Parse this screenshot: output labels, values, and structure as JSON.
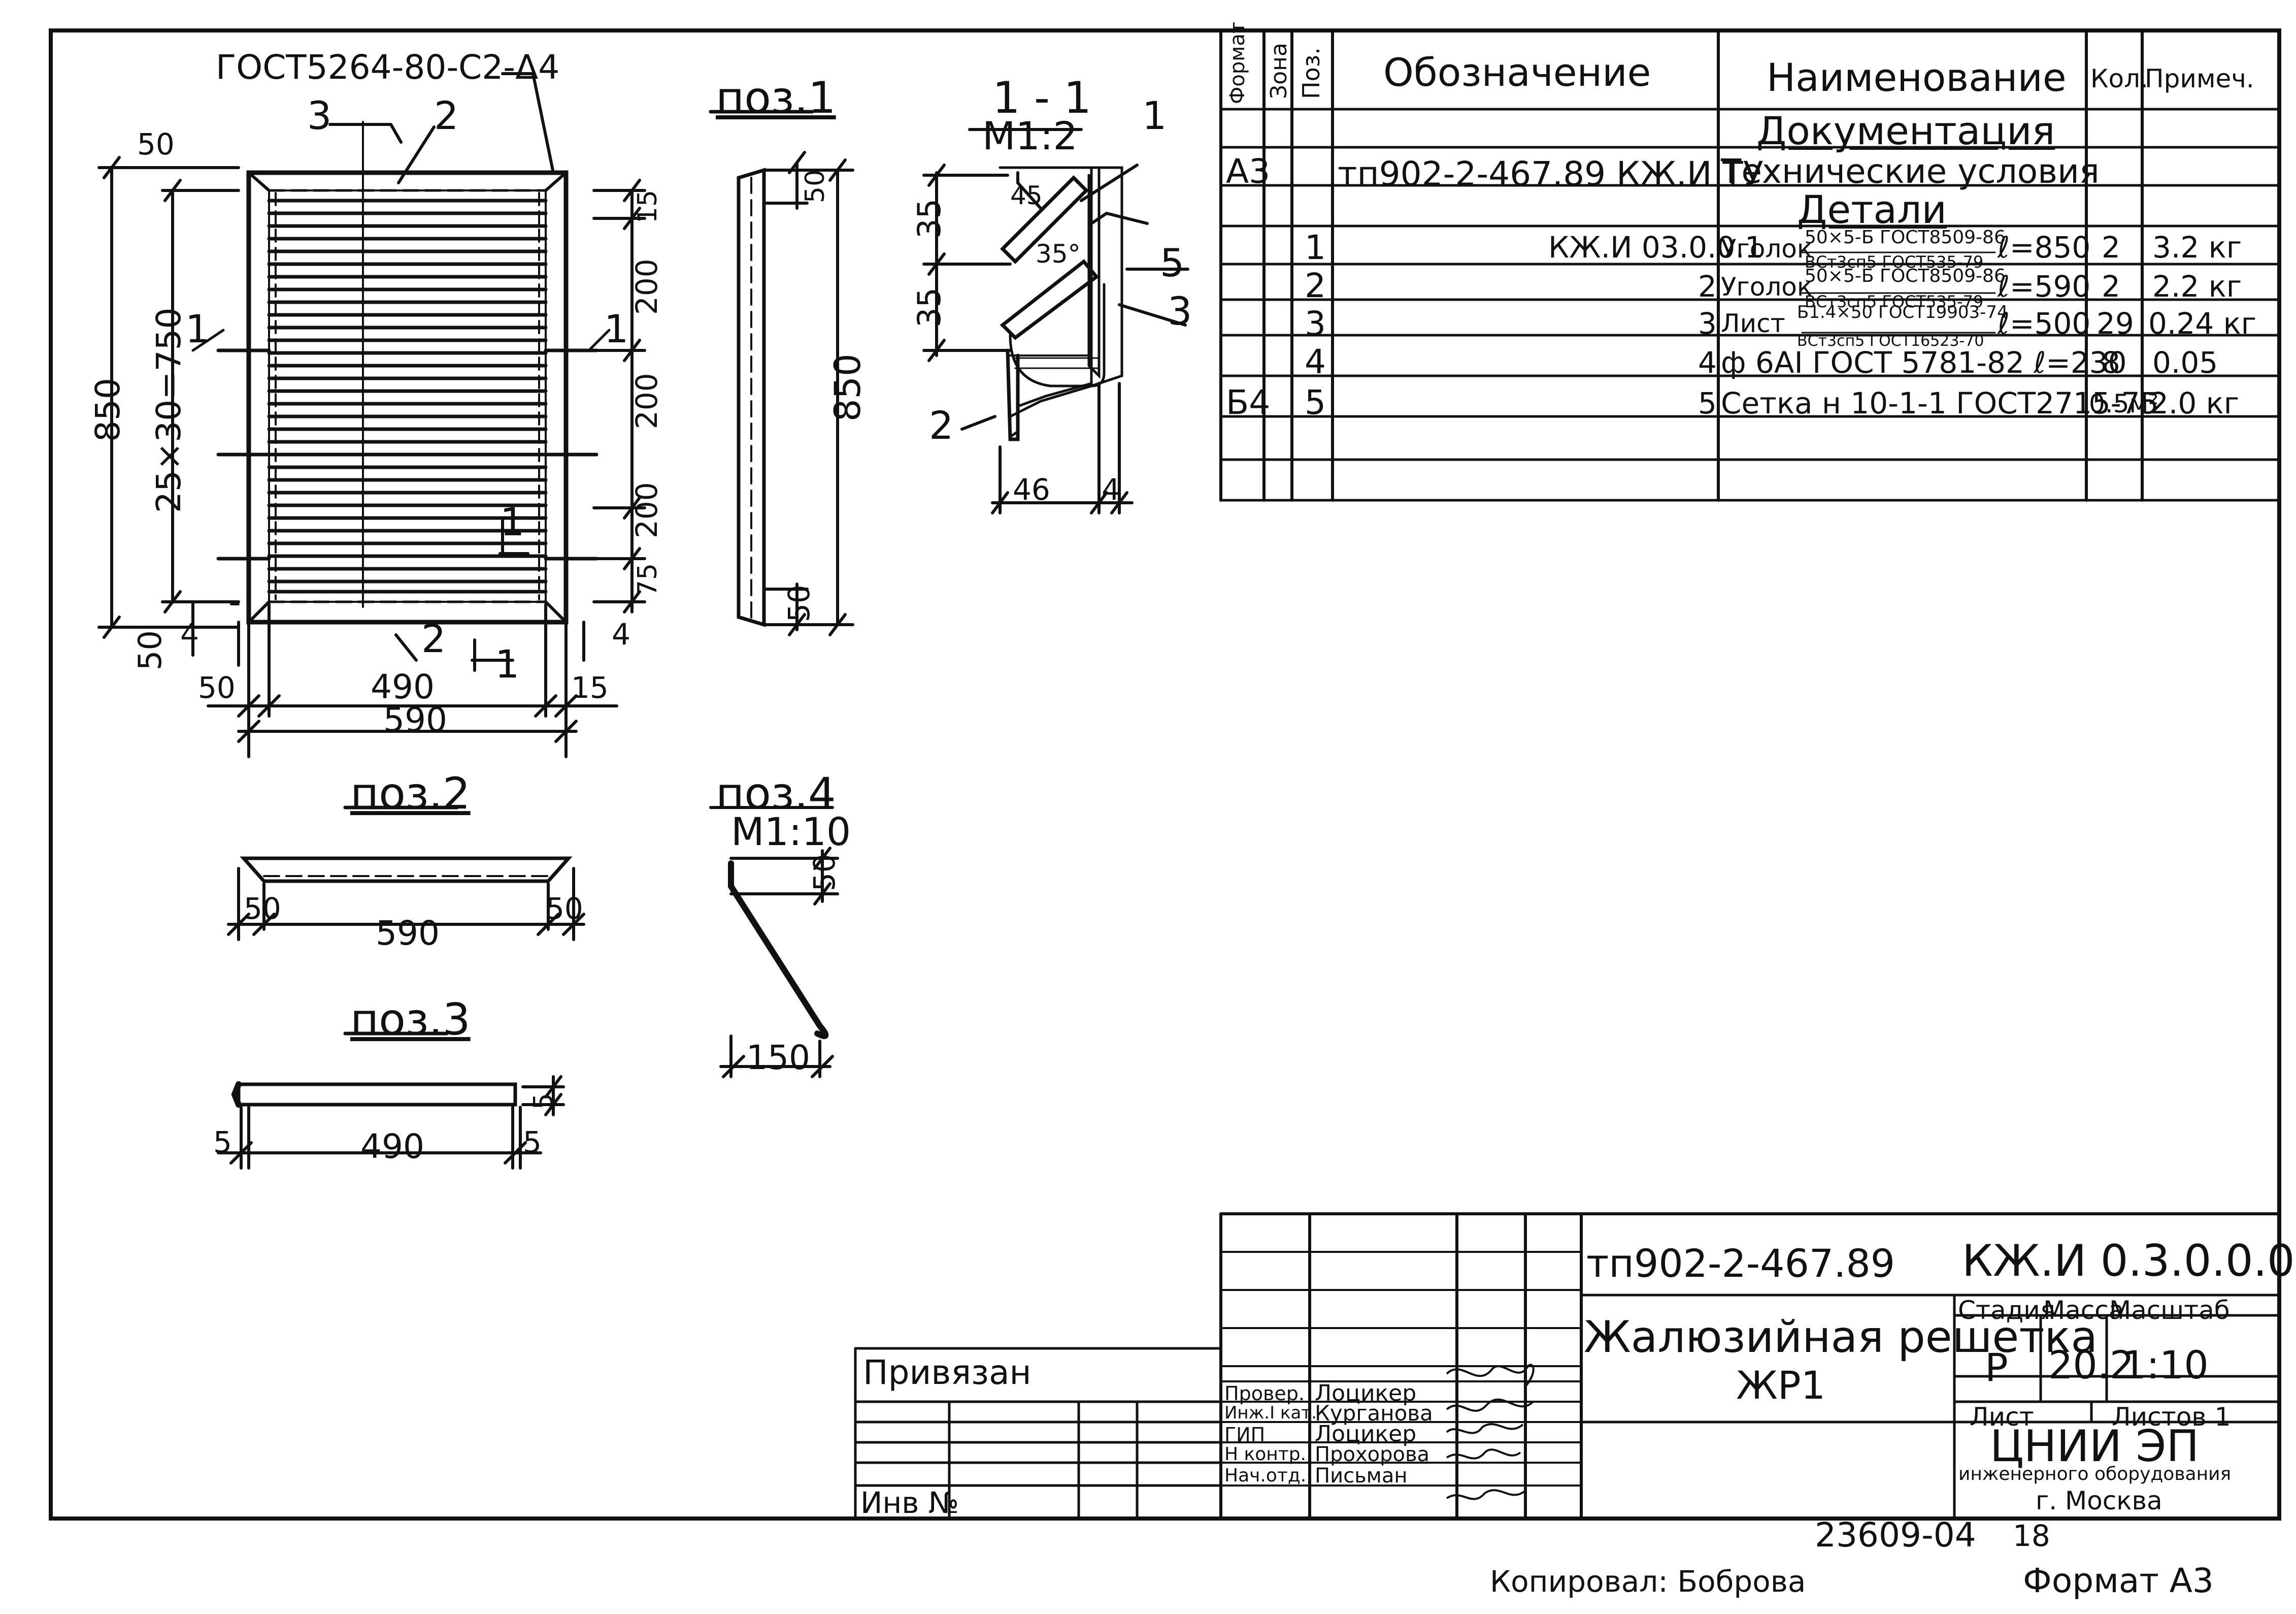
{
  "ink_color": "#111111",
  "stamp": {
    "std_top": "ГОСТ5264-80-С2-Δ4",
    "letter": "Δ"
  },
  "titles": {
    "pos1": "поз.1",
    "pos2": "поз.2",
    "pos3": "поз.3",
    "pos4": "поз.4",
    "pos4_scale": "М1:10",
    "sec": "1 - 1",
    "sec_scale": "М1:2"
  },
  "main_view": {
    "dims": [
      "850",
      "25×30=750",
      "50",
      "4",
      "50",
      "490",
      "50",
      "590",
      "15",
      "200",
      "200",
      "200",
      "75",
      "4"
    ],
    "callouts": [
      "3",
      "2",
      "1",
      "1",
      "2",
      "1",
      "1",
      "1"
    ]
  },
  "pos1_view": {
    "dims": [
      "50",
      "850",
      "50"
    ]
  },
  "pos2_view": {
    "dims": [
      "50",
      "590",
      "50"
    ]
  },
  "pos3_view": {
    "dims": [
      "5",
      "490",
      "5",
      "5"
    ]
  },
  "pos4_view": {
    "dims": [
      "50",
      "150"
    ]
  },
  "section_view": {
    "dims": [
      "35",
      "35",
      "46",
      "4"
    ],
    "angles": [
      "45",
      "35°"
    ],
    "callouts": [
      "1",
      "5",
      "3",
      "2"
    ]
  },
  "spec": {
    "headers": {
      "format": "Формат",
      "zone": "Зона",
      "pos": "Поз.",
      "designation": "Обозначение",
      "name": "Наименование",
      "qty": "Кол.",
      "note": "Примеч."
    },
    "section_docs": "Документация",
    "section_details": "Детали",
    "doc_row": {
      "format": "А3",
      "designation": "тп902-2-467.89  КЖ.И ТУ",
      "name": "Технические условия"
    },
    "rows": [
      {
        "format": "",
        "pos": "1",
        "designation": "КЖ.И 03.0.0.1",
        "name": "Уголок",
        "std_top": "50×5-Б ГОСТ8509-86",
        "std_bottom": "ВСт3сп5 ГОСТ535-79",
        "len": "ℓ=850",
        "qty": "2",
        "note": "3.2 кг"
      },
      {
        "format": "",
        "pos": "2",
        "designation": "2",
        "name": "Уголок",
        "std_top": "50×5-Б ГОСТ8509-86",
        "std_bottom": "ВСт3сп5 ГОСТ535-79",
        "len": "ℓ=590",
        "qty": "2",
        "note": "2.2 кг"
      },
      {
        "format": "",
        "pos": "3",
        "designation": "3",
        "name": "Лист",
        "std_top": "Б1.4×50 ГОСТ19903-74",
        "std_bottom": "ВСт3сп5 ГОСТ16523-70",
        "len": "ℓ=500",
        "qty": "29",
        "note": "0.24 кг"
      },
      {
        "format": "",
        "pos": "4",
        "designation": "4",
        "name": "ф 6АI  ГОСТ 5781-82  ℓ=230",
        "std_top": "",
        "std_bottom": "",
        "len": "",
        "qty": "8",
        "note": "0.05"
      },
      {
        "format": "Б4",
        "pos": "5",
        "designation": "5",
        "name": "Сетка н 10-1-1 ГОСТ2715-75",
        "std_top": "",
        "std_bottom": "",
        "len": "",
        "qty": "0.5м²",
        "note": "2.0 кг"
      }
    ]
  },
  "title_block": {
    "project": "тп902-2-467.89",
    "code": "КЖ.И 0.3.0.0.0",
    "title_line1": "Жалюзийная решетка",
    "title_line2": "ЖР1",
    "stage_h": "Стадия",
    "mass_h": "Масса",
    "scale_h": "Масштаб",
    "stage": "Р",
    "mass": "20.2",
    "scale": "1:10",
    "sheet": "Лист",
    "sheets": "Листов 1",
    "org1": "ЦНИИ ЭП",
    "org2": "инженерного оборудования",
    "org3": "г. Москва",
    "bound": "Привязан",
    "inv": "Инв №",
    "people": [
      {
        "role": "Провер.",
        "name": "Лоцикер"
      },
      {
        "role": "Инж.I кат.",
        "name": "Курганова"
      },
      {
        "role": "ГИП",
        "name": "Лоцикер"
      },
      {
        "role": "Н контр.",
        "name": "Прохорова"
      },
      {
        "role": "Нач.отд.",
        "name": "Письман"
      }
    ]
  },
  "footer": {
    "num": "23609-04",
    "page": "18",
    "copied": "Копировал: Боброва",
    "format": "Формат  А3"
  }
}
